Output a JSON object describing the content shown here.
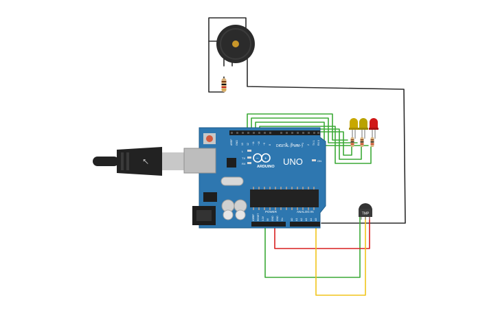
{
  "colors": {
    "canvas": "#ffffff",
    "board": "#2e77b0",
    "board_edge": "#1f5d8c",
    "wire_black": "#2a2a2a",
    "wire_green": "#3aa935",
    "wire_red": "#d81e1e",
    "wire_yellow": "#f0c419",
    "usb_cable": "#222222",
    "usb_port": "#c8c8c8",
    "led_yellow": "#c8a800",
    "led_amber": "#b9a200",
    "led_red": "#d01818",
    "buzzer": "#2b2b2b",
    "buzzer_center": "#c8962a",
    "chip": "#222222",
    "sensor": "#333333"
  },
  "components": {
    "board": {
      "brand": "ARDUINO",
      "model": "UNO",
      "power_header": "POWER",
      "analog_header": "ANALOG IN",
      "digital_header": "DIGITAL (PWM~)",
      "digital_pins": [
        "AREF",
        "GND",
        "13",
        "12",
        "~11",
        "~10",
        "~9",
        "8",
        "7",
        "~6",
        "~5",
        "4",
        "~3",
        "2",
        "TX 1",
        "RX 0"
      ],
      "power_pins": [
        "IOREF",
        "RESET",
        "3.3V",
        "5V",
        "GND",
        "GND",
        "Vin"
      ],
      "analog_pins": [
        "A0",
        "A1",
        "A2",
        "A3",
        "A4",
        "A5"
      ],
      "led_labels": [
        "L",
        "TX",
        "RX"
      ],
      "on_label": "ON"
    },
    "temp_sensor": {
      "label": "TMP"
    },
    "piezo": {
      "icon": "piezo-buzzer-icon"
    },
    "leds": [
      {
        "color": "yellow"
      },
      {
        "color": "amber"
      },
      {
        "color": "red"
      }
    ],
    "resistors": 4
  }
}
